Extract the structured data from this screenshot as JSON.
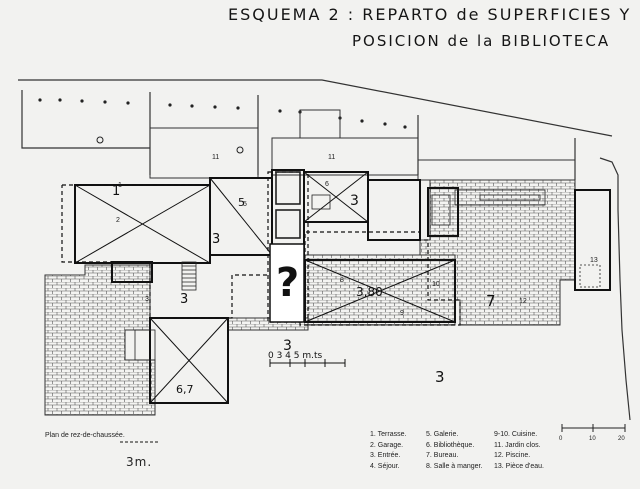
{
  "title": {
    "line1": "ESQUEMA 2 : REPARTO de SUPERFICIES Y",
    "line2": "POSICION de la BIBLIOTECA"
  },
  "plan_caption": "Plan de rez-de-chaussée.",
  "hand_scale": "3m.",
  "annotations": {
    "question": "?",
    "three_a": "3",
    "three_b": "3",
    "three_c": "3",
    "three_d": "3",
    "three_e": "3",
    "area": "3,80",
    "seven": "7",
    "six_seven": "6,7",
    "one": "1",
    "five": "5",
    "dims": "0   3   4  5 m.ts"
  },
  "room_numbers": {
    "n1": "1",
    "n2": "2",
    "n3": "3",
    "n5": "5",
    "n6": "6",
    "n8": "8",
    "n9": "9",
    "n10": "10",
    "n11a": "11",
    "n11b": "11",
    "n12": "12",
    "n13": "13"
  },
  "scale_bar": {
    "s0": "0",
    "s10": "10",
    "s20": "20"
  },
  "legend": {
    "col1": [
      "1. Terrasse.",
      "2. Garage.",
      "3. Entrée.",
      "4. Séjour."
    ],
    "col2": [
      "5. Galerie.",
      "6. Bibliothèque.",
      "7. Bureau.",
      "8. Salle à manger."
    ],
    "col3": [
      "9-10. Cuisine.",
      "11. Jardin clos.",
      "12. Piscine.",
      "13. Pièce d'eau."
    ]
  }
}
